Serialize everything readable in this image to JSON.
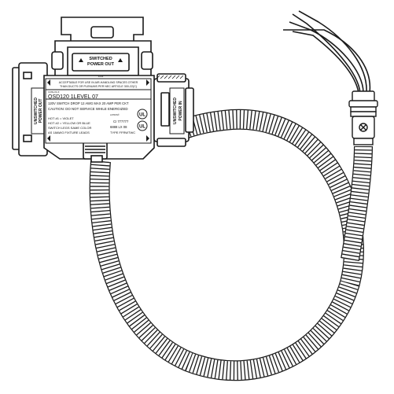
{
  "top_label": {
    "line1": "SWITCHED",
    "line2": "POWER OUT"
  },
  "left_label": {
    "line1": "UNSWITCHED",
    "line2": "POWER OUT"
  },
  "right_label": {
    "line1": "UNSWITCHED",
    "line2": "POWER IN"
  },
  "small_tag": "1234",
  "tiny_print": "LUTRON®",
  "notice": {
    "line1": "ACCEPTABLE FOR USE IN AIR-HANDLING SPACES OTHER",
    "line2": "THAN DUCTS OR PLENUMS PER NEC ARTICLE 300-22(C)"
  },
  "catalog_label": "CATALOG #:",
  "catalog_number": "QSD120  1LEVEL 07",
  "rating": "120V  SWITCH DROP  12 AWG MAX 20 AMP PER CKT",
  "caution": "CAUTION: DO NOT SERVICE WHILE ENERGIZED",
  "hot1": "HOT #1 = VIOLET",
  "hot2": "HOT #2 = YELLOW OR BLUE",
  "switch_legs": "SWITCH LEGS SAME COLOR",
  "fixture_leads": "AS 18AWG FIXTURE LEADS",
  "code1": "CI  777777",
  "code2": "6888  LX  08",
  "type": "TYPE FFRWTWC",
  "ul": "UL",
  "colors": {
    "line": "#1a1a1a",
    "fill": "#ffffff",
    "shade": "#d8d8d8"
  }
}
